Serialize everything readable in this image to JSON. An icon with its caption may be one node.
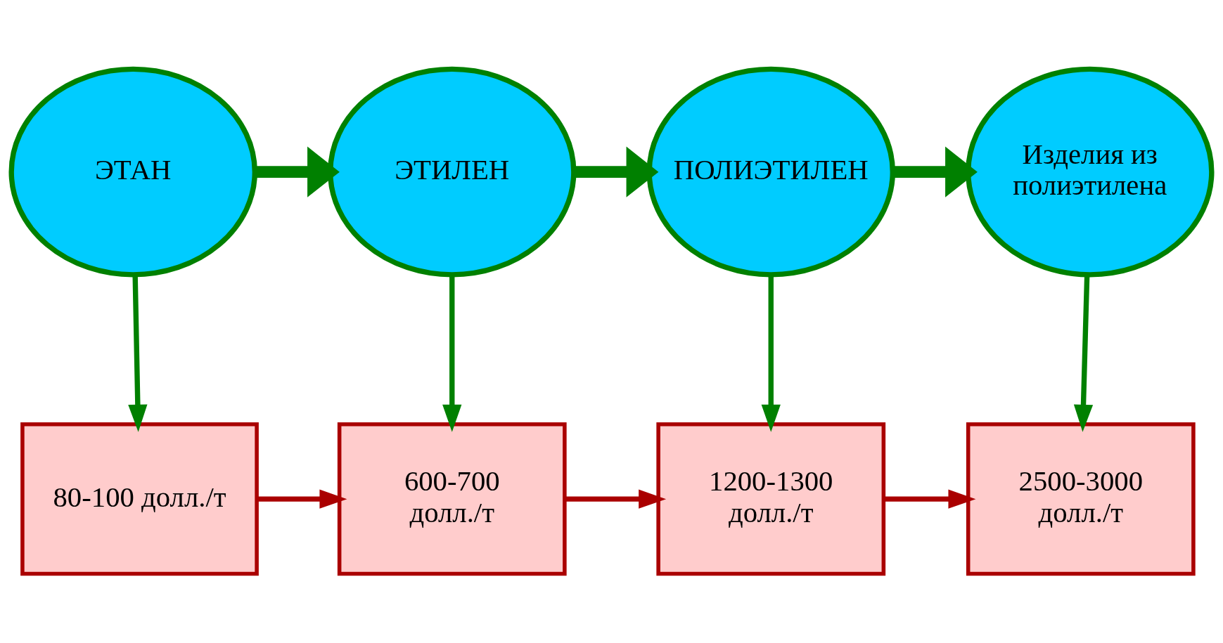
{
  "diagram": {
    "nodes": [
      {
        "text": [
          "ЭТАН"
        ]
      },
      {
        "text": [
          "ЭТИЛЕН"
        ]
      },
      {
        "text": [
          "ПОЛИЭТИЛЕН"
        ]
      },
      {
        "text": [
          "Изделия из полиэтилена"
        ]
      },
      {
        "text": [
          "80-100 долл./т"
        ]
      },
      {
        "text": [
          "600-700 долл./т"
        ]
      },
      {
        "text": [
          "1200-1300 долл./т"
        ]
      },
      {
        "text": [
          "2500-3000 долл./т"
        ]
      }
    ],
    "edges": [
      {
        "from": 0,
        "to": 1,
        "arrow": "to",
        "style": "thick"
      },
      {
        "from": 1,
        "to": 2,
        "arrow": "to",
        "style": "thick"
      },
      {
        "from": 2,
        "to": 3,
        "arrow": "to",
        "style": "thick"
      },
      {
        "from": 0,
        "to": 4,
        "arrow": "to"
      },
      {
        "from": 1,
        "to": 5,
        "arrow": "to"
      },
      {
        "from": 2,
        "to": 6,
        "arrow": "to"
      },
      {
        "from": 3,
        "to": 7,
        "arrow": "to"
      },
      {
        "from": 4,
        "to": 5,
        "arrow": "to",
        "color": "#aa0000"
      },
      {
        "from": 5,
        "to": 6,
        "arrow": "to",
        "color": "#aa0000"
      },
      {
        "from": 6,
        "to": 7,
        "arrow": "to",
        "color": "#aa0000"
      }
    ]
  }
}
